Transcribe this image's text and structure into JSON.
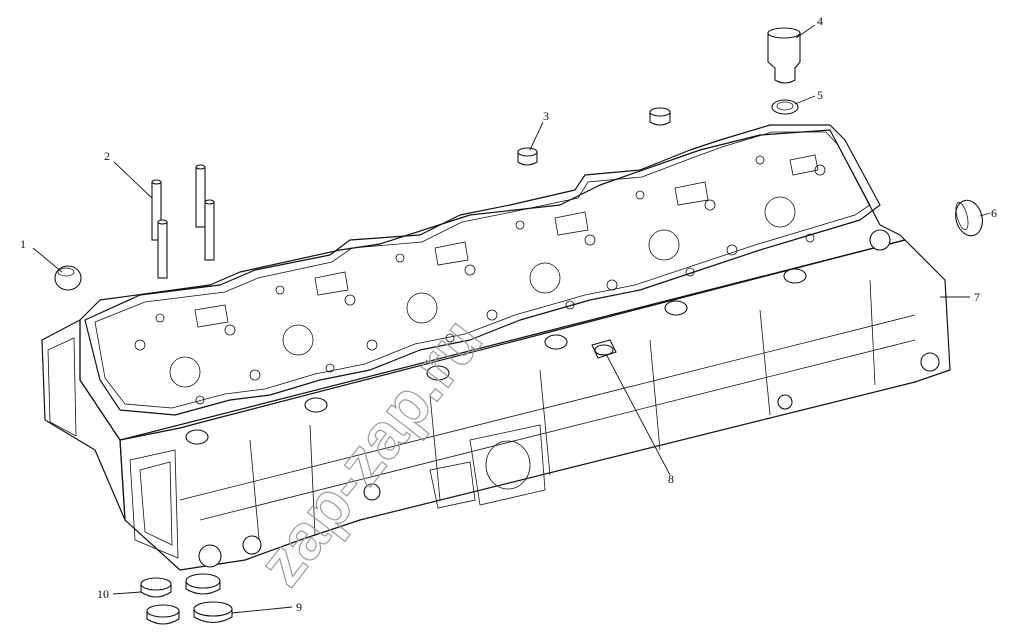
{
  "callouts": [
    {
      "id": "1",
      "label": "1"
    },
    {
      "id": "2",
      "label": "2"
    },
    {
      "id": "3",
      "label": "3"
    },
    {
      "id": "4",
      "label": "4"
    },
    {
      "id": "5",
      "label": "5"
    },
    {
      "id": "6",
      "label": "6"
    },
    {
      "id": "7",
      "label": "7"
    },
    {
      "id": "8",
      "label": "8"
    },
    {
      "id": "9",
      "label": "9"
    },
    {
      "id": "10",
      "label": "10"
    }
  ],
  "watermark": "zap-zap.ru",
  "colors": {
    "line": "#111111",
    "background": "#ffffff",
    "watermark": "#9a9a9a"
  }
}
